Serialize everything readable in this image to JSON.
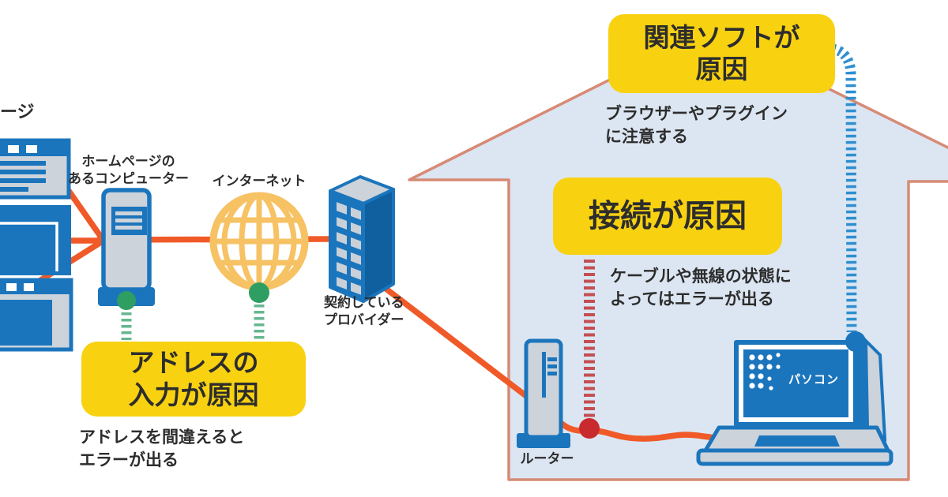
{
  "callouts": {
    "address": {
      "title": "アドレスの\n入力が原因",
      "note": "アドレスを間違えると\nエラーが出る"
    },
    "software": {
      "title": "関連ソフトが\n原因",
      "note": "ブラウザーやプラグイン\nに注意する"
    },
    "connection": {
      "title": "接続が原因",
      "note": "ケーブルや無線の状態に\nよってはエラーが出る"
    }
  },
  "labels": {
    "partial_homepage": "ージ",
    "homepage_computer": "ホームページの\nあるコンピューター",
    "internet": "インターネット",
    "provider": "契約している\nプロバイダー",
    "router": "ルーター",
    "pc": "パソコン"
  },
  "icons": {
    "browser_windows": "browser-window-icon",
    "server": "server-tower-icon",
    "globe": "globe-icon",
    "provider_building": "office-building-icon",
    "router": "router-icon",
    "laptop": "laptop-icon"
  },
  "colors": {
    "cable_orange": "#f05a28",
    "primary_blue": "#1b75bc",
    "dark_blue": "#1060a0",
    "device_gray": "#ccd3db",
    "globe_yellow": "#f6c264",
    "callout_yellow": "#f8d211",
    "house_fill": "#dce6f2",
    "house_border": "#d68b76",
    "green_dot": "#2f9e63",
    "green_dash": "#66b78f",
    "red_dash": "#c34f52",
    "red_dot": "#c92a2e",
    "blue_dash": "#2e8fd0",
    "text": "#2d2d2d"
  }
}
